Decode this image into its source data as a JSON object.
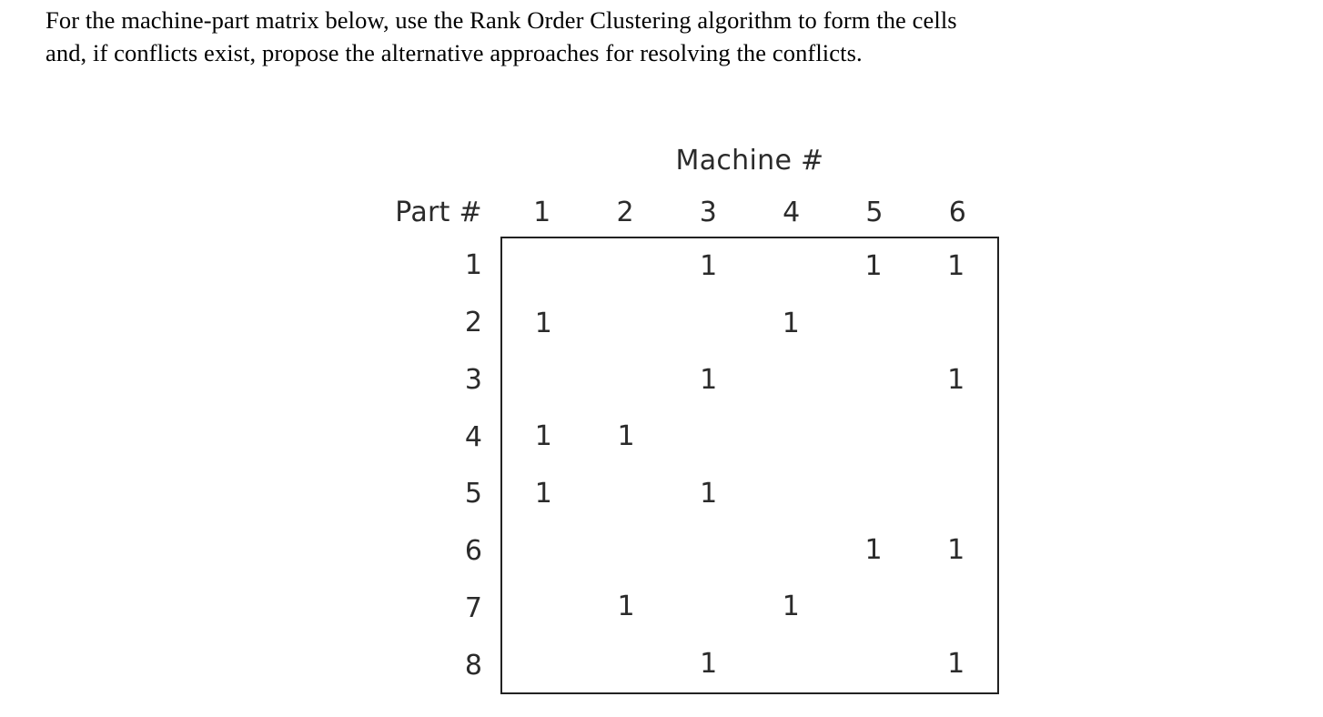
{
  "question": {
    "line1": "For the machine-part matrix below, use the Rank Order Clustering algorithm to form the cells",
    "line2": "and, if conflicts exist, propose the alternative approaches for resolving the conflicts."
  },
  "figure": {
    "column_axis_title": "Machine #",
    "row_axis_title": "Part #"
  },
  "chart_data": {
    "type": "table",
    "title": "Machine #",
    "xlabel": "Machine #",
    "ylabel": "Part #",
    "column_headers": [
      "1",
      "2",
      "3",
      "4",
      "5",
      "6"
    ],
    "row_headers": [
      "1",
      "2",
      "3",
      "4",
      "5",
      "6",
      "7",
      "8"
    ],
    "empty_marker": "",
    "filled_marker": "1",
    "rows": [
      {
        "part": "1",
        "cells": [
          "",
          "",
          "1",
          "",
          "1",
          "1"
        ]
      },
      {
        "part": "2",
        "cells": [
          "1",
          "",
          "",
          "1",
          "",
          ""
        ]
      },
      {
        "part": "3",
        "cells": [
          "",
          "",
          "1",
          "",
          "",
          "1"
        ]
      },
      {
        "part": "4",
        "cells": [
          "1",
          "1",
          "",
          "",
          "",
          ""
        ]
      },
      {
        "part": "5",
        "cells": [
          "1",
          "",
          "1",
          "",
          "",
          ""
        ]
      },
      {
        "part": "6",
        "cells": [
          "",
          "",
          "",
          "",
          "1",
          "1"
        ]
      },
      {
        "part": "7",
        "cells": [
          "",
          "1",
          "",
          "1",
          "",
          ""
        ]
      },
      {
        "part": "8",
        "cells": [
          "",
          "",
          "1",
          "",
          "",
          "1"
        ]
      }
    ],
    "grid": false,
    "legend": "none"
  },
  "colors": {
    "page_background": "#ffffff",
    "question_text": "#000000",
    "matrix_text": "#2b2b2b",
    "matrix_border": "#222222"
  }
}
